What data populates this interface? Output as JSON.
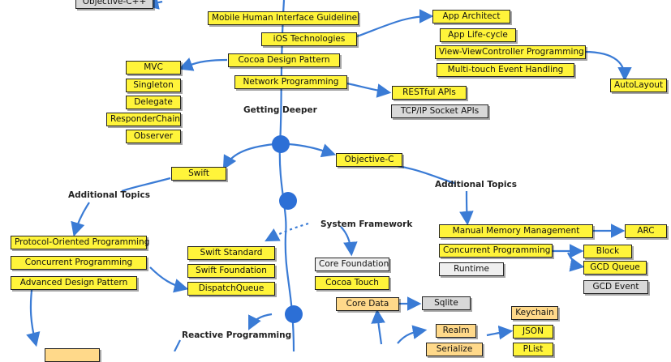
{
  "nodes": {
    "objective_cpp": "Objective-C++",
    "mobile_hig": "Mobile Human Interface Guideline",
    "ios_tech": "iOS Technologies",
    "cocoa_design": "Cocoa Design Pattern",
    "network_prog": "Network Programming",
    "app_architect": "App Architect",
    "app_lifecycle": "App Life-cycle",
    "view_vc": "View-ViewController Programming",
    "multitouch": "Multi-touch Event Handling",
    "autolayout": "AutoLayout",
    "mvc": "MVC",
    "singleton": "Singleton",
    "delegate": "Delegate",
    "responder": "ResponderChain",
    "observer": "Observer",
    "restful": "RESTful APIs",
    "tcpip": "TCP/IP Socket APIs",
    "swift": "Swift",
    "objective_c": "Objective-C",
    "protocol_oriented": "Protocol-Oriented Programming",
    "concurrent_left": "Concurrent Programming",
    "advanced_design": "Advanced Design Pattern",
    "swift_standard": "Swift Standard",
    "swift_foundation": "Swift Foundation",
    "dispatch_queue": "DispatchQueue",
    "core_foundation": "Core Foundation",
    "cocoa_touch": "Cocoa Touch",
    "core_data": "Core Data",
    "sqlite": "Sqlite",
    "manual_memory": "Manual Memory Management",
    "arc": "ARC",
    "concurrent_right": "Concurrent Programming",
    "block": "Block",
    "runtime": "Runtime",
    "gcd_queue": "GCD Queue",
    "gcd_event": "GCD Event",
    "keychain": "Keychain",
    "realm": "Realm",
    "json": "JSON",
    "serialize": "Serialize",
    "plist": "PList"
  },
  "labels": {
    "getting_deeper": "Getting Deeper",
    "additional_left": "Additional Topics",
    "additional_right": "Additional Topics",
    "system_framework": "System Framework",
    "reactive": "Reactive Programming"
  },
  "colors": {
    "yellow": "#fff43a",
    "gray": "#d8d8d8",
    "light": "#efefef",
    "orange": "#ffd98a",
    "connector": "#3a7bd5"
  }
}
